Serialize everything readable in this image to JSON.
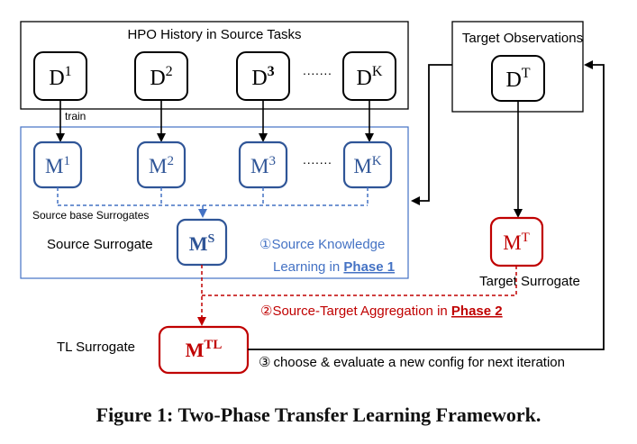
{
  "source_panel": {
    "title": "HPO History in Source Tasks"
  },
  "target_panel": {
    "title": "Target Observations"
  },
  "history_nodes": [
    {
      "base": "D",
      "sup": "1"
    },
    {
      "base": "D",
      "sup": "2"
    },
    {
      "base": "D",
      "sup": "3"
    },
    {
      "base": "D",
      "sup": "K"
    }
  ],
  "model_nodes": [
    {
      "base": "M",
      "sup": "1"
    },
    {
      "base": "M",
      "sup": "2"
    },
    {
      "base": "M",
      "sup": "3"
    },
    {
      "base": "M",
      "sup": "K"
    }
  ],
  "ellipsis": "·······",
  "train_label": "train",
  "base_surrogates_label": "Source base Surrogates",
  "source_surrogate": {
    "label": "Source Surrogate",
    "base": "M",
    "sup": "S"
  },
  "target_node": {
    "base": "D",
    "sup": "T"
  },
  "target_surrogate": {
    "label": "Target Surrogate",
    "base": "M",
    "sup": "T"
  },
  "tl_surrogate": {
    "label": "TL Surrogate",
    "base": "M",
    "sup": "TL"
  },
  "phase1": {
    "marker": "①",
    "text1": "Source Knowledge",
    "text2": "Learning in ",
    "phase": "Phase 1"
  },
  "phase2": {
    "marker": "②",
    "text": "Source-Target Aggregation in ",
    "phase": "Phase 2"
  },
  "step3": {
    "marker": "③",
    "text": "choose & evaluate a new config for next iteration"
  },
  "caption": "Figure 1: Two-Phase Transfer Learning Framework.",
  "colors": {
    "blue": "#2f5597",
    "blue_light": "#4472c4",
    "red": "#c00000",
    "black": "#000000"
  }
}
